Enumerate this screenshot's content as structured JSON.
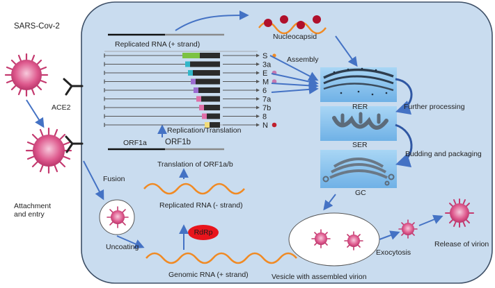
{
  "labels": {
    "virus": "SARS-Cov-2",
    "receptor": "ACE2",
    "attachment": "Attachment and entry",
    "fusion": "Fusion",
    "uncoating": "Uncoating",
    "genomic_rna": "Genomic RNA (+ strand)",
    "enzyme": "RdRp",
    "replicated_minus": "Replicated RNA (- strand)",
    "translation": "Translation of ORF1a/b",
    "orf1a": "ORF1a",
    "orf1b": "ORF1b",
    "replication_translation": "Replication/Translation",
    "replicated_plus": "Replicated RNA (+ strand)",
    "nucleocapsid": "Nucleocapsid",
    "assembly": "Assembly",
    "rer": "RER",
    "ser": "SER",
    "gc": "GC",
    "further_processing": "Further processing",
    "budding": "Budding and packaging",
    "vesicle": "Vesicle with assembled virion",
    "exocytosis": "Exocytosis",
    "release": "Release of virion"
  },
  "subgenomic_genes": [
    "S",
    "3a",
    "E",
    "M",
    "6",
    "7a",
    "7b",
    "8",
    "N"
  ],
  "colors": {
    "cell_fill": "#c9dcef",
    "cell_border": "#3d4f66",
    "arrow": "#4472c4",
    "rna_orange": "#f08a24",
    "virus_pink": "#d6457a",
    "enzyme_red": "#e8141c",
    "organelle_blue": "#8ec4ee",
    "gene_black": "#2b2b2b",
    "gene_green": "#7cc242",
    "gene_teal": "#31b7c9",
    "gene_purple": "#9b6cd1",
    "gene_pink": "#e06fa8",
    "gene_yellow": "#f2dc7a"
  }
}
